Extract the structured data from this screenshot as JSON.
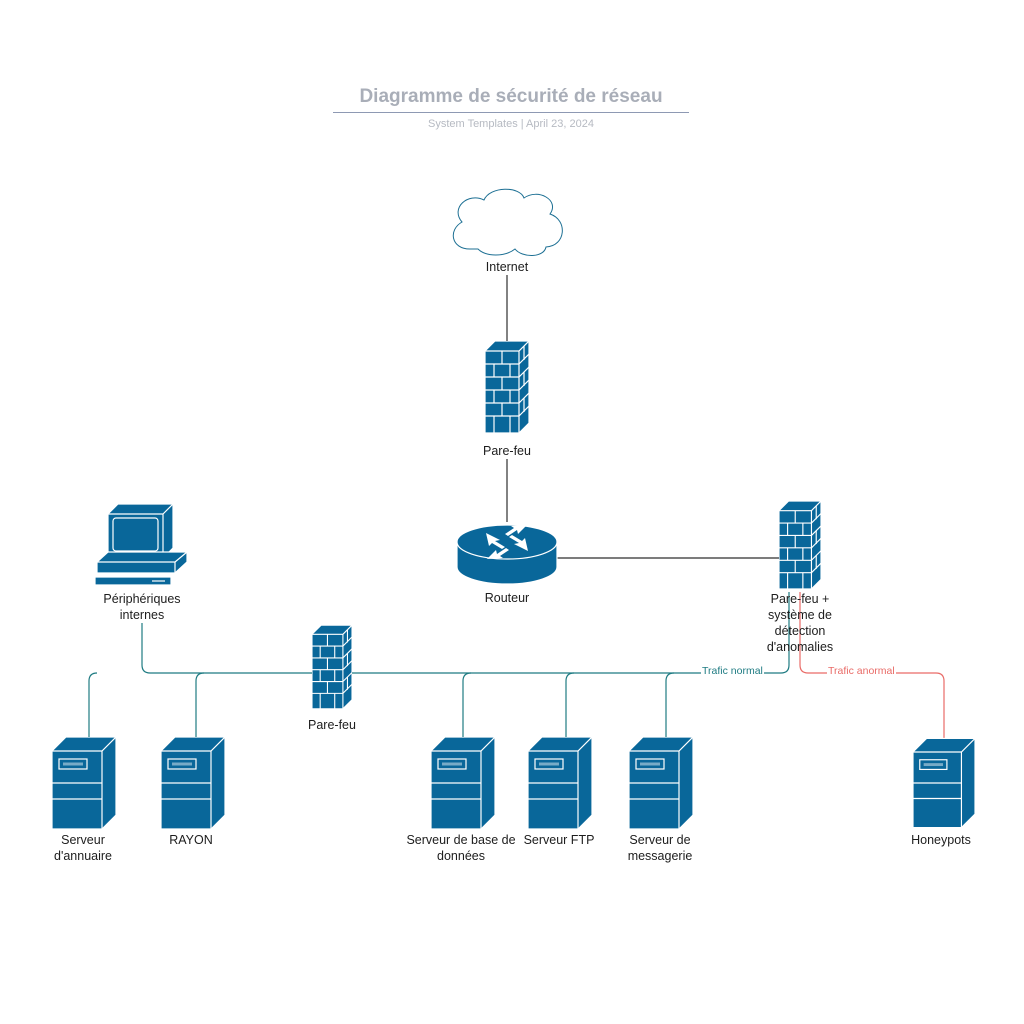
{
  "header": {
    "title": "Diagramme de sécurité de réseau",
    "subtitle": "System Templates  |  April 23, 2024"
  },
  "colors": {
    "device_fill": "#09679a",
    "device_stroke": "#ffffff",
    "cloud_stroke": "#1c6f93",
    "main_link": "#2f2f2f",
    "normal_traffic": "#1e7b82",
    "abnormal_traffic": "#e96b67"
  },
  "nodes": {
    "internet": {
      "label": "Internet",
      "icon": "cloud-icon"
    },
    "firewall_top": {
      "label": "Pare-feu",
      "icon": "firewall-icon"
    },
    "router": {
      "label": "Routeur",
      "icon": "router-icon"
    },
    "internal_devices": {
      "label": "Périphériques internes",
      "icon": "computer-icon"
    },
    "firewall_ids": {
      "label": "Pare-feu + système de détection d'anomalies",
      "icon": "firewall-icon"
    },
    "firewall_lan": {
      "label": "Pare-feu",
      "icon": "firewall-icon"
    },
    "directory_server": {
      "label": "Serveur d'annuaire",
      "icon": "server-icon"
    },
    "radius_server": {
      "label": "RAYON",
      "icon": "server-icon"
    },
    "database_server": {
      "label": "Serveur de base de données",
      "icon": "server-icon"
    },
    "ftp_server": {
      "label": "Serveur FTP",
      "icon": "server-icon"
    },
    "mail_server": {
      "label": "Serveur de messagerie",
      "icon": "server-icon"
    },
    "honeypots": {
      "label": "Honeypots",
      "icon": "server-icon"
    }
  },
  "edges": {
    "normal": "Trafic normal",
    "abnormal": "Trafic anormal"
  }
}
